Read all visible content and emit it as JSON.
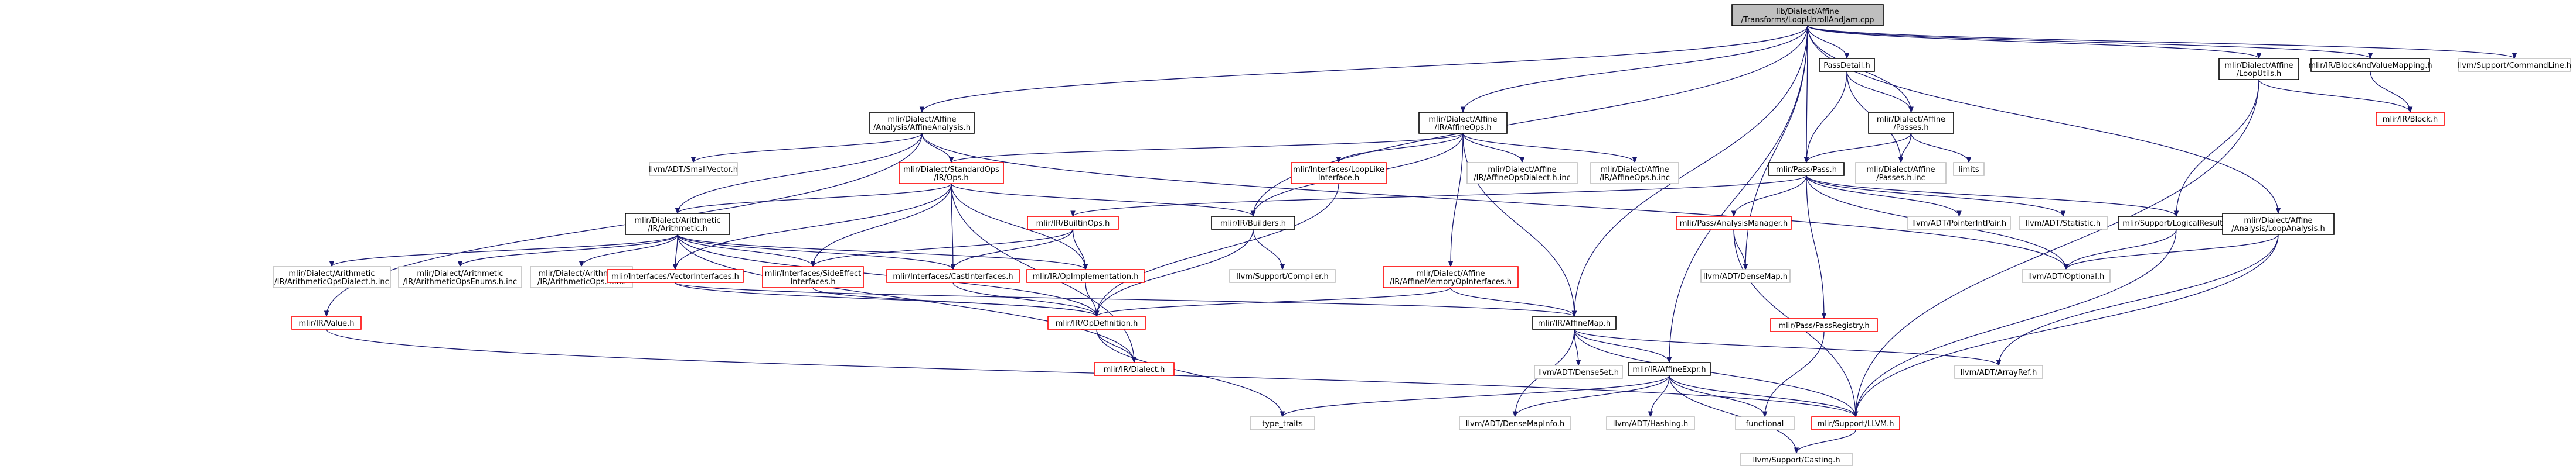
{
  "colors": {
    "root_fill": "#bfbfbf",
    "root_stroke": "#000000",
    "local_stroke": "#000000",
    "truncated_stroke": "#ff0000",
    "external_stroke": "#bfbfbf",
    "node_fill": "#ffffff",
    "edge": "#191970",
    "text": "#000000"
  },
  "nodes": [
    {
      "id": "root",
      "kind": "root",
      "lines": [
        "lib/Dialect/Affine",
        "/Transforms/LoopUnrollAndJam.cpp"
      ]
    },
    {
      "id": "passdetail",
      "kind": "local",
      "lines": [
        "PassDetail.h"
      ]
    },
    {
      "id": "affineanalysis",
      "kind": "local",
      "lines": [
        "mlir/Dialect/Affine",
        "/Analysis/AffineAnalysis.h"
      ]
    },
    {
      "id": "affineops",
      "kind": "local",
      "lines": [
        "mlir/Dialect/Affine",
        "/IR/AffineOps.h"
      ]
    },
    {
      "id": "affinepasses",
      "kind": "local",
      "lines": [
        "mlir/Dialect/Affine",
        "/Passes.h"
      ]
    },
    {
      "id": "looputils",
      "kind": "local",
      "lines": [
        "mlir/Dialect/Affine",
        "/LoopUtils.h"
      ]
    },
    {
      "id": "blockandvalue",
      "kind": "local",
      "lines": [
        "mlir/IR/BlockAndValueMapping.h"
      ]
    },
    {
      "id": "commandline",
      "kind": "external",
      "lines": [
        "llvm/Support/CommandLine.h"
      ]
    },
    {
      "id": "block",
      "kind": "truncated",
      "lines": [
        "mlir/IR/Block.h"
      ]
    },
    {
      "id": "smallvector",
      "kind": "external",
      "lines": [
        "llvm/ADT/SmallVector.h"
      ]
    },
    {
      "id": "stdops",
      "kind": "truncated",
      "lines": [
        "mlir/Dialect/StandardOps",
        "/IR/Ops.h"
      ]
    },
    {
      "id": "looplike",
      "kind": "truncated",
      "lines": [
        "mlir/Interfaces/LoopLike",
        "Interface.h"
      ]
    },
    {
      "id": "affinedialectinc",
      "kind": "external",
      "lines": [
        "mlir/Dialect/Affine",
        "/IR/AffineOpsDialect.h.inc"
      ]
    },
    {
      "id": "affineopshinc",
      "kind": "external",
      "lines": [
        "mlir/Dialect/Affine",
        "/IR/AffineOps.h.inc"
      ]
    },
    {
      "id": "pass",
      "kind": "local",
      "lines": [
        "mlir/Pass/Pass.h"
      ]
    },
    {
      "id": "limits",
      "kind": "external",
      "lines": [
        "limits"
      ]
    },
    {
      "id": "passeshinc",
      "kind": "external",
      "lines": [
        "mlir/Dialect/Affine",
        "/Passes.h.inc"
      ]
    },
    {
      "id": "arithmetic",
      "kind": "local",
      "lines": [
        "mlir/Dialect/Arithmetic",
        "/IR/Arithmetic.h"
      ]
    },
    {
      "id": "builtinops",
      "kind": "truncated",
      "lines": [
        "mlir/IR/BuiltinOps.h"
      ]
    },
    {
      "id": "builders",
      "kind": "local",
      "lines": [
        "mlir/IR/Builders.h"
      ]
    },
    {
      "id": "analysismanager",
      "kind": "truncated",
      "lines": [
        "mlir/Pass/AnalysisManager.h"
      ]
    },
    {
      "id": "pointerintpair",
      "kind": "external",
      "lines": [
        "llvm/ADT/PointerIntPair.h"
      ]
    },
    {
      "id": "statistic",
      "kind": "external",
      "lines": [
        "llvm/ADT/Statistic.h"
      ]
    },
    {
      "id": "logicalresult",
      "kind": "local",
      "lines": [
        "mlir/Support/LogicalResult.h"
      ]
    },
    {
      "id": "loopanalysis",
      "kind": "local",
      "lines": [
        "mlir/Dialect/Affine",
        "/Analysis/LoopAnalysis.h"
      ]
    },
    {
      "id": "arithdialectinc",
      "kind": "external",
      "lines": [
        "mlir/Dialect/Arithmetic",
        "/IR/ArithmeticOpsDialect.h.inc"
      ]
    },
    {
      "id": "arithenumsinc",
      "kind": "external",
      "lines": [
        "mlir/Dialect/Arithmetic",
        "/IR/ArithmeticOpsEnums.h.inc"
      ]
    },
    {
      "id": "arithopsinc",
      "kind": "external",
      "lines": [
        "mlir/Dialect/Arithmetic",
        "/IR/ArithmeticOps.h.inc"
      ]
    },
    {
      "id": "vectorinterfaces",
      "kind": "truncated",
      "lines": [
        "mlir/Interfaces/VectorInterfaces.h"
      ]
    },
    {
      "id": "sideeffect",
      "kind": "truncated",
      "lines": [
        "mlir/Interfaces/SideEffect",
        "Interfaces.h"
      ]
    },
    {
      "id": "castinterfaces",
      "kind": "truncated",
      "lines": [
        "mlir/Interfaces/CastInterfaces.h"
      ]
    },
    {
      "id": "opimpl",
      "kind": "truncated",
      "lines": [
        "mlir/IR/OpImplementation.h"
      ]
    },
    {
      "id": "compiler",
      "kind": "external",
      "lines": [
        "llvm/Support/Compiler.h"
      ]
    },
    {
      "id": "memoryop",
      "kind": "truncated",
      "lines": [
        "mlir/Dialect/Affine",
        "/IR/AffineMemoryOpInterfaces.h"
      ]
    },
    {
      "id": "densemap",
      "kind": "external",
      "lines": [
        "llvm/ADT/DenseMap.h"
      ]
    },
    {
      "id": "optional",
      "kind": "external",
      "lines": [
        "llvm/ADT/Optional.h"
      ]
    },
    {
      "id": "value",
      "kind": "truncated",
      "lines": [
        "mlir/IR/Value.h"
      ]
    },
    {
      "id": "opdefinition",
      "kind": "truncated",
      "lines": [
        "mlir/IR/OpDefinition.h"
      ]
    },
    {
      "id": "affinemap",
      "kind": "local",
      "lines": [
        "mlir/IR/AffineMap.h"
      ]
    },
    {
      "id": "passregistry",
      "kind": "truncated",
      "lines": [
        "mlir/Pass/PassRegistry.h"
      ]
    },
    {
      "id": "dialect",
      "kind": "truncated",
      "lines": [
        "mlir/IR/Dialect.h"
      ]
    },
    {
      "id": "denseset",
      "kind": "external",
      "lines": [
        "llvm/ADT/DenseSet.h"
      ]
    },
    {
      "id": "arrayref",
      "kind": "external",
      "lines": [
        "llvm/ADT/ArrayRef.h"
      ]
    },
    {
      "id": "affineexpr",
      "kind": "local",
      "lines": [
        "mlir/IR/AffineExpr.h"
      ]
    },
    {
      "id": "typetraits",
      "kind": "external",
      "lines": [
        "type_traits"
      ]
    },
    {
      "id": "densemapinfo",
      "kind": "external",
      "lines": [
        "llvm/ADT/DenseMapInfo.h"
      ]
    },
    {
      "id": "hashing",
      "kind": "external",
      "lines": [
        "llvm/ADT/Hashing.h"
      ]
    },
    {
      "id": "functional",
      "kind": "external",
      "lines": [
        "functional"
      ]
    },
    {
      "id": "llvm",
      "kind": "truncated",
      "lines": [
        "mlir/Support/LLVM.h"
      ]
    },
    {
      "id": "casting",
      "kind": "external",
      "lines": [
        "llvm/Support/Casting.h"
      ]
    }
  ],
  "edges": [
    [
      "root",
      "passdetail"
    ],
    [
      "root",
      "affineanalysis"
    ],
    [
      "root",
      "affineops"
    ],
    [
      "root",
      "affinepasses"
    ],
    [
      "root",
      "looputils"
    ],
    [
      "root",
      "blockandvalue"
    ],
    [
      "root",
      "commandline"
    ],
    [
      "root",
      "builders"
    ],
    [
      "root",
      "pass"
    ],
    [
      "root",
      "affinemap"
    ],
    [
      "root",
      "affineexpr"
    ],
    [
      "root",
      "loopanalysis"
    ],
    [
      "root",
      "densemap"
    ],
    [
      "passdetail",
      "pass"
    ],
    [
      "passdetail",
      "affinepasses"
    ],
    [
      "passdetail",
      "passeshinc"
    ],
    [
      "affineanalysis",
      "smallvector"
    ],
    [
      "affineanalysis",
      "stdops"
    ],
    [
      "affineanalysis",
      "arithmetic"
    ],
    [
      "affineanalysis",
      "value"
    ],
    [
      "affineanalysis",
      "optional"
    ],
    [
      "affineops",
      "stdops"
    ],
    [
      "affineops",
      "looplike"
    ],
    [
      "affineops",
      "affinedialectinc"
    ],
    [
      "affineops",
      "affineopshinc"
    ],
    [
      "affineops",
      "memoryop"
    ],
    [
      "affineops",
      "affinemap"
    ],
    [
      "affineops",
      "builders"
    ],
    [
      "affinepasses",
      "pass"
    ],
    [
      "affinepasses",
      "limits"
    ],
    [
      "affinepasses",
      "passeshinc"
    ],
    [
      "looputils",
      "logicalresult"
    ],
    [
      "looputils",
      "block"
    ],
    [
      "looputils",
      "llvm"
    ],
    [
      "blockandvalue",
      "block"
    ],
    [
      "stdops",
      "arithmetic"
    ],
    [
      "stdops",
      "builders"
    ],
    [
      "stdops",
      "vectorinterfaces"
    ],
    [
      "stdops",
      "sideeffect"
    ],
    [
      "stdops",
      "castinterfaces"
    ],
    [
      "stdops",
      "opimpl"
    ],
    [
      "stdops",
      "dialect"
    ],
    [
      "looplike",
      "opdefinition"
    ],
    [
      "pass",
      "builtinops"
    ],
    [
      "pass",
      "analysismanager"
    ],
    [
      "pass",
      "pointerintpair"
    ],
    [
      "pass",
      "statistic"
    ],
    [
      "pass",
      "logicalresult"
    ],
    [
      "pass",
      "passregistry"
    ],
    [
      "pass",
      "optional"
    ],
    [
      "arithmetic",
      "arithdialectinc"
    ],
    [
      "arithmetic",
      "arithenumsinc"
    ],
    [
      "arithmetic",
      "arithopsinc"
    ],
    [
      "arithmetic",
      "vectorinterfaces"
    ],
    [
      "arithmetic",
      "sideeffect"
    ],
    [
      "arithmetic",
      "castinterfaces"
    ],
    [
      "arithmetic",
      "opimpl"
    ],
    [
      "arithmetic",
      "opdefinition"
    ],
    [
      "arithmetic",
      "dialect"
    ],
    [
      "builtinops",
      "sideeffect"
    ],
    [
      "builtinops",
      "castinterfaces"
    ],
    [
      "builtinops",
      "opimpl"
    ],
    [
      "builders",
      "opdefinition"
    ],
    [
      "builders",
      "compiler"
    ],
    [
      "analysismanager",
      "densemap"
    ],
    [
      "analysismanager",
      "llvm"
    ],
    [
      "logicalresult",
      "optional"
    ],
    [
      "logicalresult",
      "llvm"
    ],
    [
      "loopanalysis",
      "optional"
    ],
    [
      "loopanalysis",
      "arrayref"
    ],
    [
      "loopanalysis",
      "llvm"
    ],
    [
      "vectorinterfaces",
      "opdefinition"
    ],
    [
      "vectorinterfaces",
      "affinemap"
    ],
    [
      "sideeffect",
      "opdefinition"
    ],
    [
      "castinterfaces",
      "opdefinition"
    ],
    [
      "opimpl",
      "opdefinition"
    ],
    [
      "memoryop",
      "opdefinition"
    ],
    [
      "memoryop",
      "affinemap"
    ],
    [
      "value",
      "llvm"
    ],
    [
      "opdefinition",
      "dialect"
    ],
    [
      "opdefinition",
      "typetraits"
    ],
    [
      "affinemap",
      "affineexpr"
    ],
    [
      "affinemap",
      "denseset"
    ],
    [
      "affinemap",
      "densemapinfo"
    ],
    [
      "affinemap",
      "arrayref"
    ],
    [
      "affinemap",
      "llvm"
    ],
    [
      "passregistry",
      "functional"
    ],
    [
      "affineexpr",
      "typetraits"
    ],
    [
      "affineexpr",
      "densemapinfo"
    ],
    [
      "affineexpr",
      "hashing"
    ],
    [
      "affineexpr",
      "functional"
    ],
    [
      "affineexpr",
      "casting"
    ],
    [
      "affineexpr",
      "llvm"
    ],
    [
      "llvm",
      "casting"
    ]
  ]
}
